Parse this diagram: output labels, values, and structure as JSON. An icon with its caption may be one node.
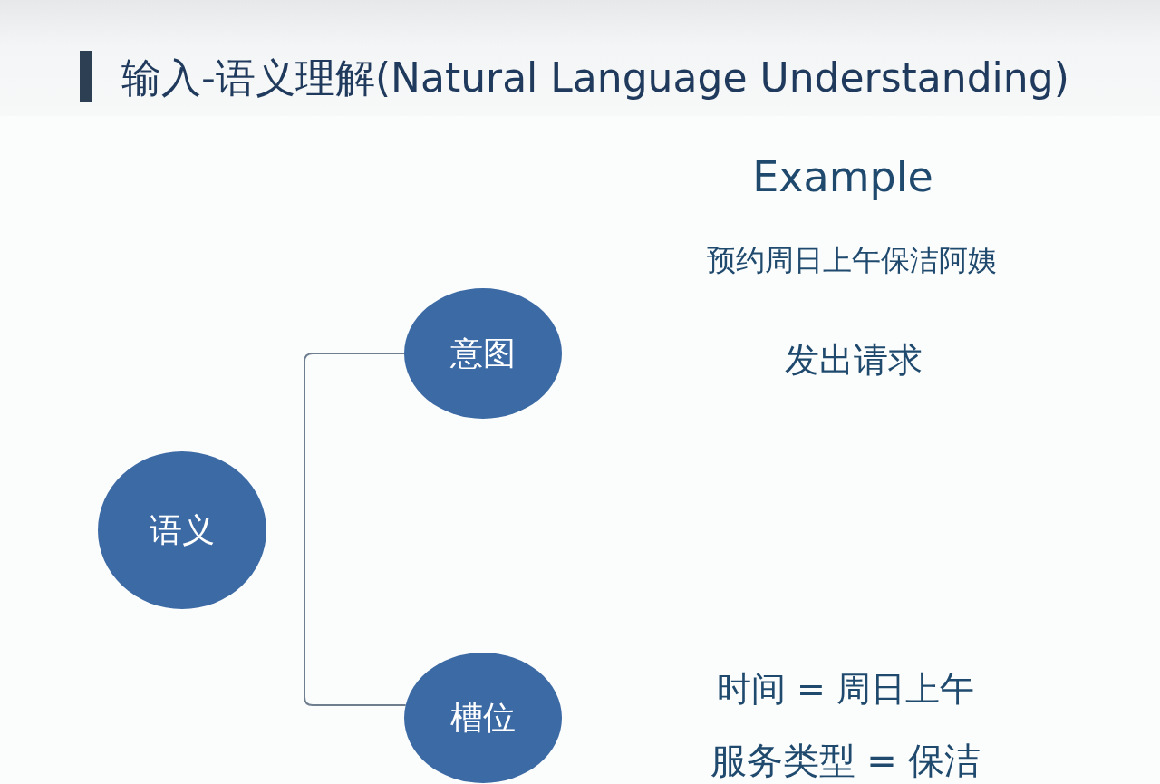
{
  "diagram": {
    "title": "输入-语义理解(Natural Language Understanding)",
    "nodes": [
      {
        "text": [
          "语义"
        ]
      },
      {
        "text": [
          "意图"
        ]
      },
      {
        "text": [
          "槽位"
        ]
      }
    ],
    "edges": [
      {
        "from": 1,
        "to": 2,
        "arrow": "none"
      }
    ],
    "labels": [
      "Example",
      "预约周日上午保洁阿姨",
      "发出请求",
      "时间 = 周日上午",
      "服务类型 = 保洁"
    ]
  }
}
